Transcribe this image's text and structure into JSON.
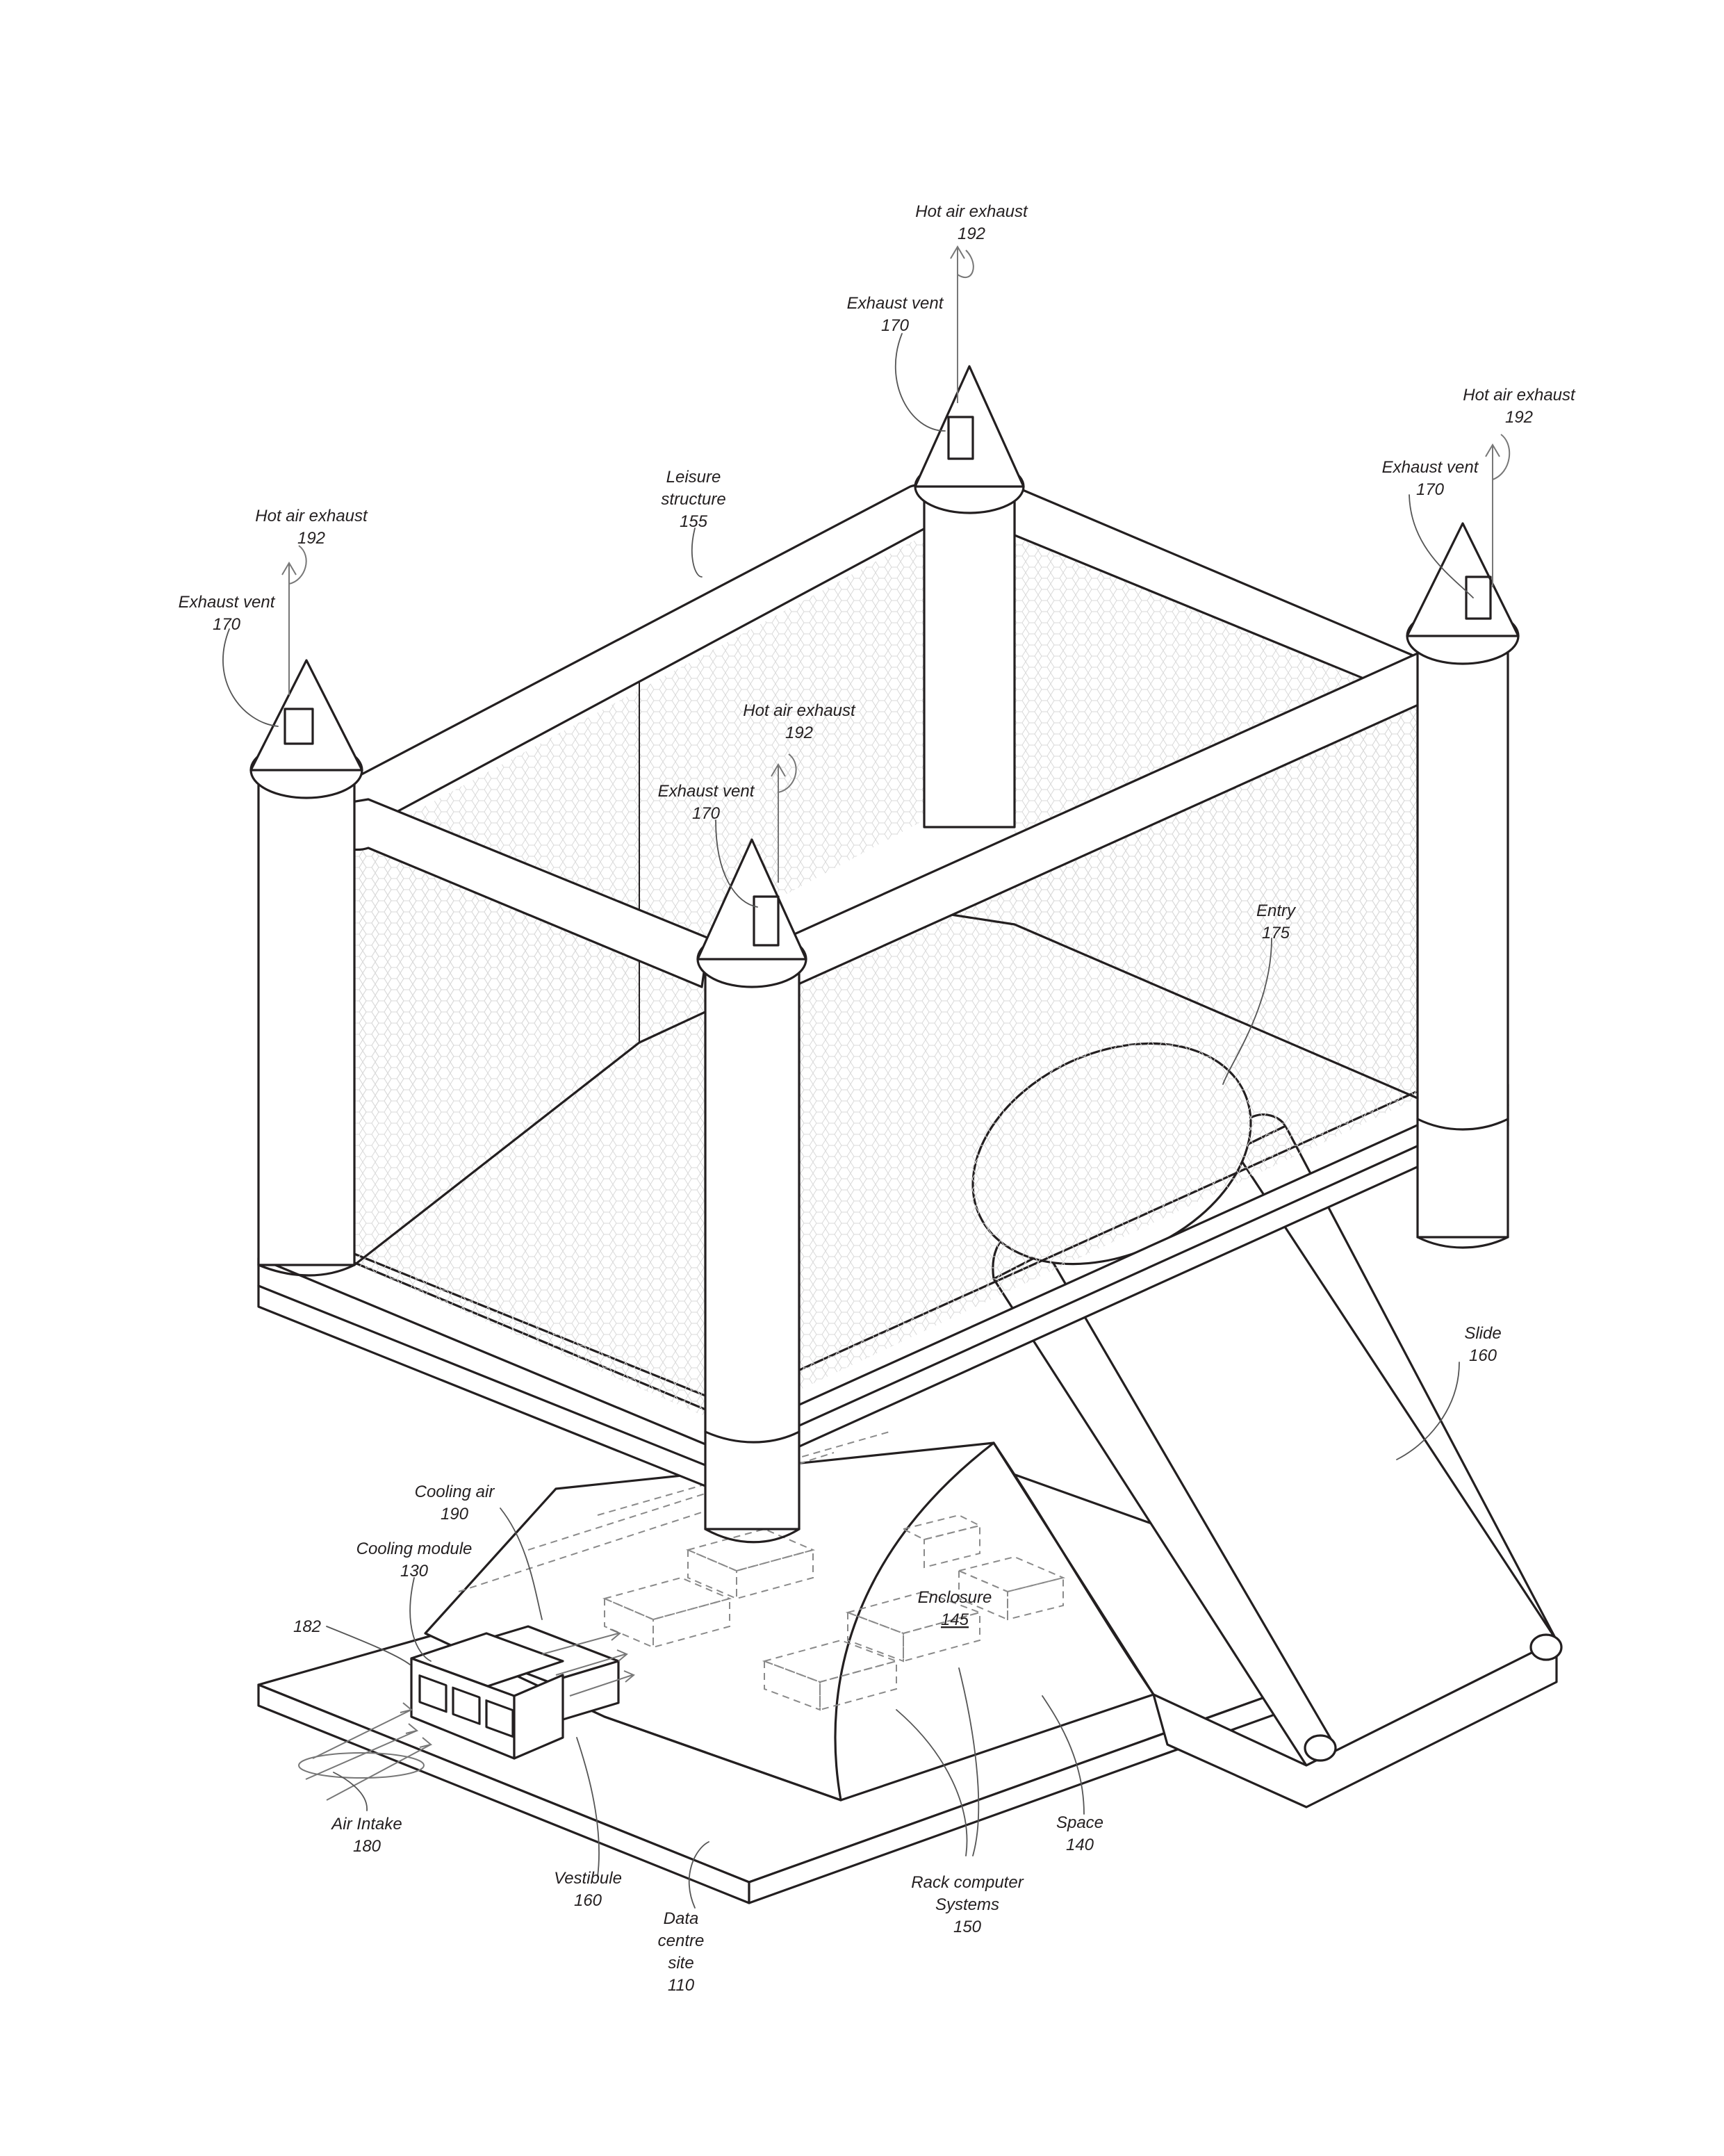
{
  "labels": {
    "hot_air_exhaust_top": {
      "name": "Hot air exhaust",
      "ref": "192"
    },
    "exhaust_vent_top": {
      "name": "Exhaust vent",
      "ref": "170"
    },
    "hot_air_exhaust_right": {
      "name": "Hot air exhaust",
      "ref": "192"
    },
    "exhaust_vent_right": {
      "name": "Exhaust vent",
      "ref": "170"
    },
    "hot_air_exhaust_left": {
      "name": "Hot air exhaust",
      "ref": "192"
    },
    "exhaust_vent_left": {
      "name": "Exhaust vent",
      "ref": "170"
    },
    "hot_air_exhaust_front": {
      "name": "Hot air exhaust",
      "ref": "192"
    },
    "exhaust_vent_front": {
      "name": "Exhaust vent",
      "ref": "170"
    },
    "leisure_structure": {
      "line1": "Leisure",
      "line2": "structure",
      "ref": "155"
    },
    "entry": {
      "name": "Entry",
      "ref": "175"
    },
    "slide": {
      "name": "Slide",
      "ref": "160"
    },
    "cooling_air": {
      "name": "Cooling air",
      "ref": "190"
    },
    "cooling_module": {
      "name": "Cooling module",
      "ref": "130"
    },
    "ref_182": {
      "ref": "182"
    },
    "enclosure": {
      "name": "Enclosure",
      "ref": "145"
    },
    "air_intake": {
      "name": "Air Intake",
      "ref": "180"
    },
    "vestibule": {
      "name": "Vestibule",
      "ref": "160"
    },
    "data_centre_site": {
      "line1": "Data",
      "line2": "centre",
      "line3": "site",
      "ref": "110"
    },
    "rack_computer_systems": {
      "line1": "Rack computer",
      "line2": "Systems",
      "ref": "150"
    },
    "space": {
      "name": "Space",
      "ref": "140"
    }
  }
}
